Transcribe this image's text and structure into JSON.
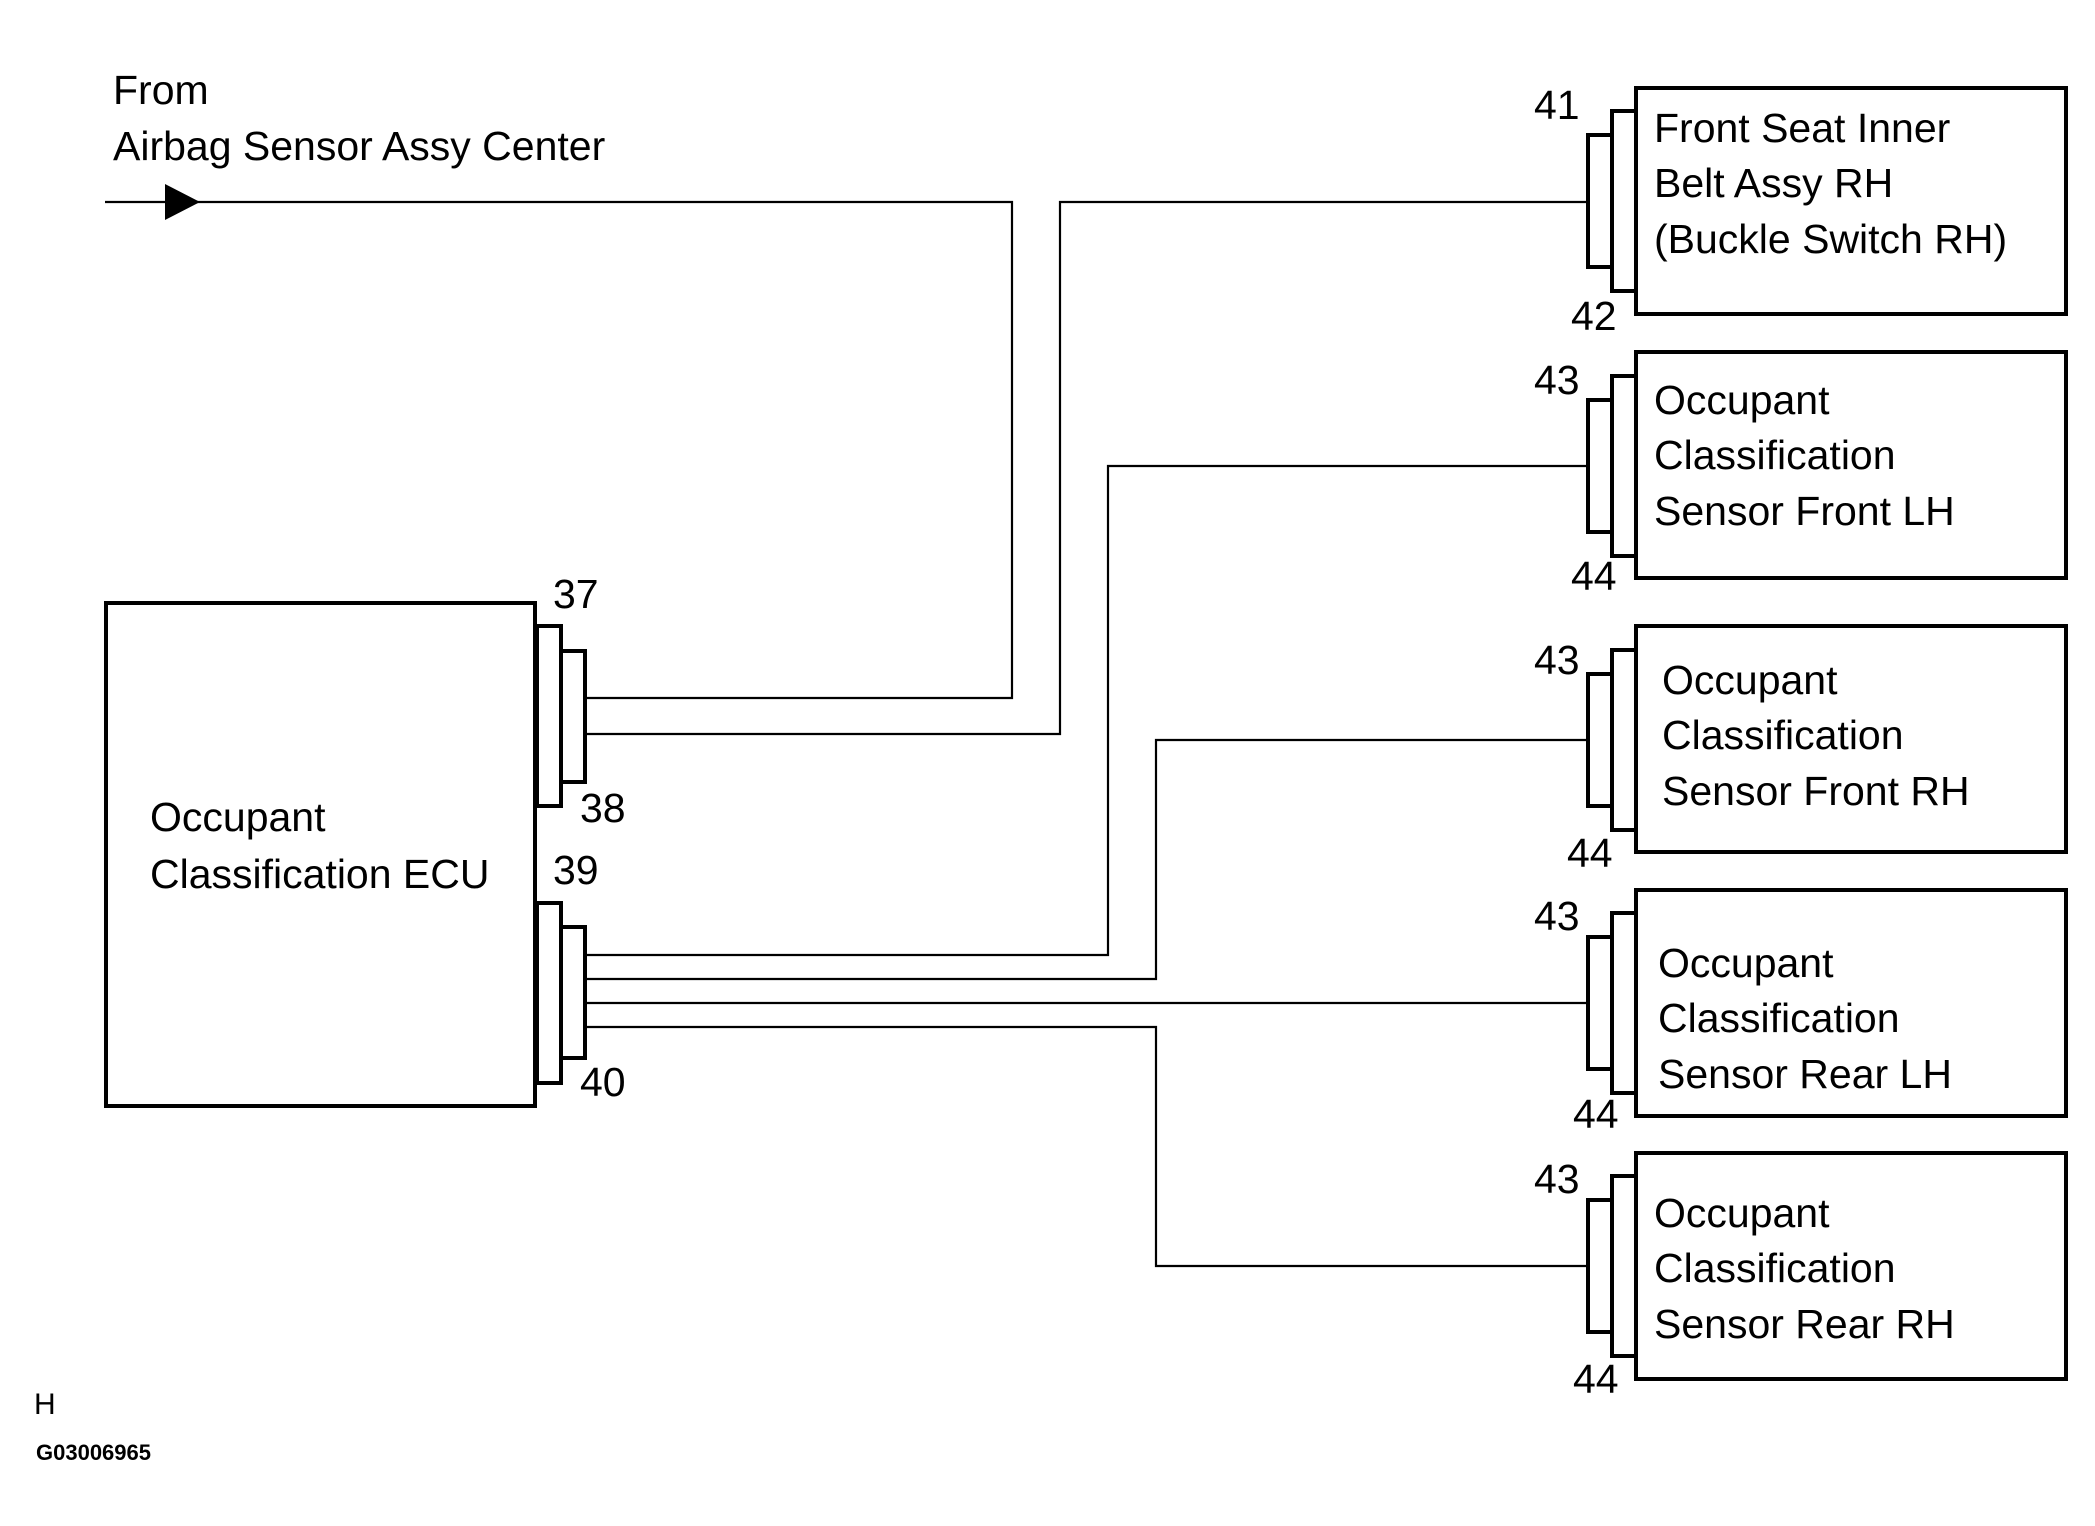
{
  "source": {
    "line1": "From",
    "line2": "Airbag Sensor Assy Center"
  },
  "ecu": {
    "line1": "Occupant",
    "line2": "Classification ECU",
    "pins": {
      "p37": "37",
      "p38": "38",
      "p39": "39",
      "p40": "40"
    }
  },
  "components": [
    {
      "lines": [
        "Front Seat Inner",
        "Belt Assy RH",
        "(Buckle Switch RH)"
      ],
      "pin_top": "41",
      "pin_bottom": "42"
    },
    {
      "lines": [
        "Occupant",
        "Classification",
        "Sensor Front LH"
      ],
      "pin_top": "43",
      "pin_bottom": "44"
    },
    {
      "lines": [
        "Occupant",
        "Classification",
        "Sensor Front RH"
      ],
      "pin_top": "43",
      "pin_bottom": "44"
    },
    {
      "lines": [
        "Occupant",
        "Classification",
        "Sensor Rear LH"
      ],
      "pin_top": "43",
      "pin_bottom": "44"
    },
    {
      "lines": [
        "Occupant",
        "Classification",
        "Sensor Rear RH"
      ],
      "pin_top": "43",
      "pin_bottom": "44"
    }
  ],
  "footer": {
    "letter": "H",
    "code": "G03006965"
  }
}
